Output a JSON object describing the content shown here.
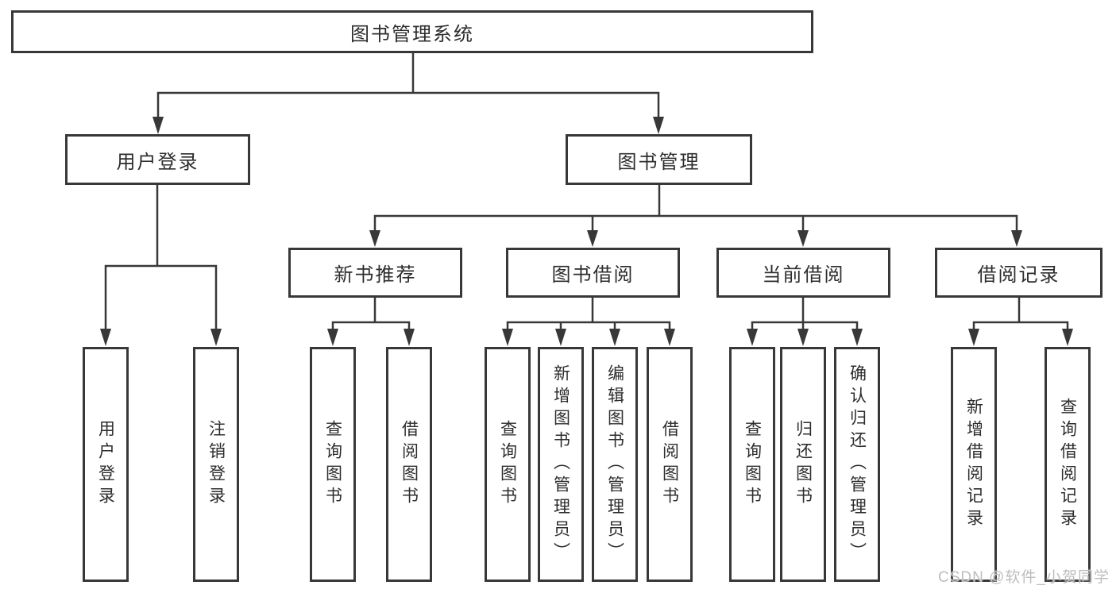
{
  "diagram": {
    "root": {
      "label": "图书管理系统"
    },
    "branches": {
      "user_login": {
        "label": "用户登录",
        "children": {
          "login": {
            "label": "用户登录"
          },
          "logout": {
            "label": "注销登录"
          }
        }
      },
      "book_management": {
        "label": "图书管理",
        "sections": {
          "new_books": {
            "label": "新书推荐",
            "children": {
              "query_books": {
                "label": "查询图书"
              },
              "borrow_books": {
                "label": "借阅图书"
              }
            }
          },
          "book_borrowing": {
            "label": "图书借阅",
            "children": {
              "query_books": {
                "label": "查询图书"
              },
              "add_books": {
                "label": "新增图书（管理员）"
              },
              "edit_books": {
                "label": "编辑图书（管理员）"
              },
              "borrow_books": {
                "label": "借阅图书"
              }
            }
          },
          "current_borrowing": {
            "label": "当前借阅",
            "children": {
              "query_books": {
                "label": "查询图书"
              },
              "return_books": {
                "label": "归还图书"
              },
              "confirm_return": {
                "label": "确认归还（管理员）"
              }
            }
          },
          "borrowing_records": {
            "label": "借阅记录",
            "children": {
              "add_record": {
                "label": "新增借阅记录"
              },
              "query_record": {
                "label": "查询借阅记录"
              }
            }
          }
        }
      }
    }
  },
  "watermark": {
    "text": "CSDN @软件_小贺同学"
  },
  "colors": {
    "line": "#383838",
    "text": "#2d2d2d",
    "box_background": "#ffffff",
    "watermark": "#bdbdbd",
    "background": "#ffffff"
  }
}
